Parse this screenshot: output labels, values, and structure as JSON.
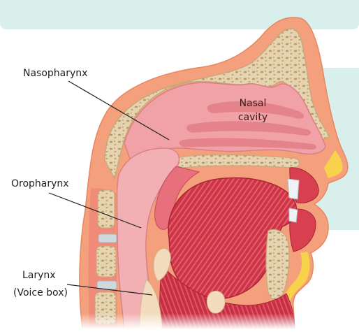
{
  "labels": {
    "nasopharynx": "Nasopharynx",
    "oropharynx": "Oropharynx",
    "larynx_line1": "Larynx",
    "larynx_line2": "(Voice box)",
    "nasal_line1": "Nasal",
    "nasal_line2": "cavity"
  },
  "colors": {
    "top_band": "#d9efec",
    "right_panel": "#d9efec",
    "skin": "#f4a07c",
    "bone": "#e6d3b0",
    "bone_pore": "#b59a6c",
    "soft_tissue": "#ee9aa0",
    "muscle": "#d4384a",
    "fat": "#f8d24a",
    "cartilage": "#f3dcbe"
  }
}
